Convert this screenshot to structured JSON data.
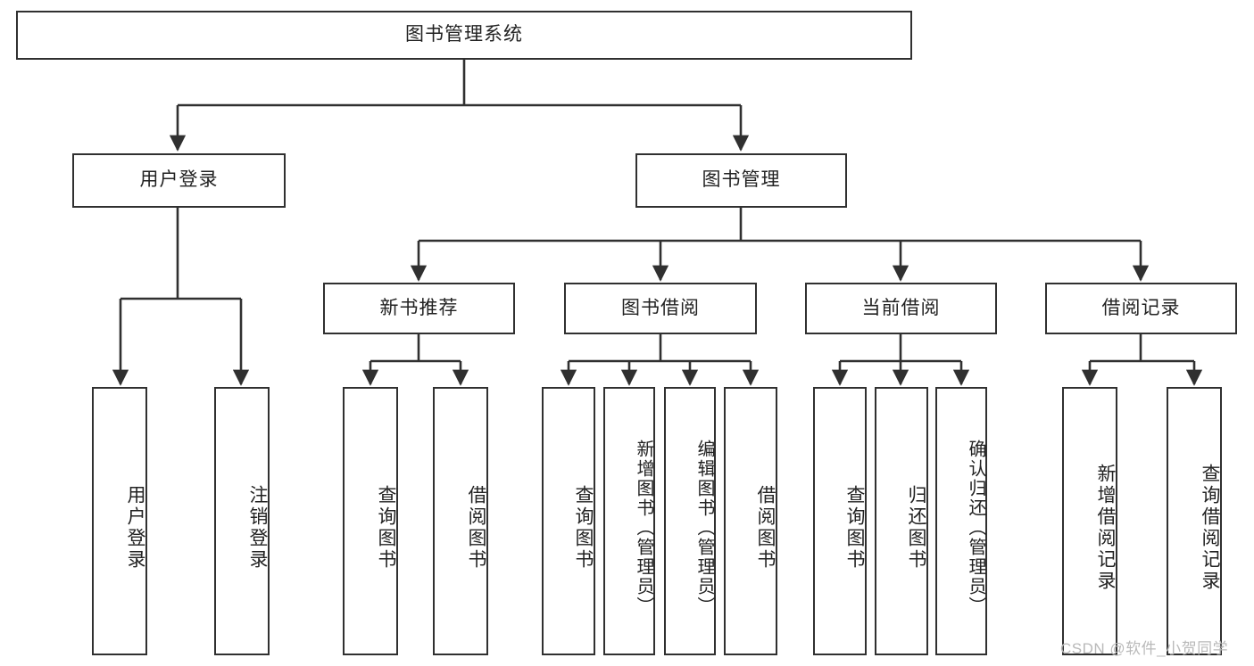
{
  "diagram": {
    "title": "图书管理系统",
    "type": "tree-hierarchy",
    "root": {
      "label": "图书管理系统"
    },
    "level1": [
      {
        "label": "用户登录"
      },
      {
        "label": "图书管理"
      }
    ],
    "level2": [
      {
        "label": "新书推荐"
      },
      {
        "label": "图书借阅"
      },
      {
        "label": "当前借阅"
      },
      {
        "label": "借阅记录"
      }
    ],
    "leaves": {
      "user_login": [
        {
          "label": "用户登录"
        },
        {
          "label": "注销登录"
        }
      ],
      "new_book_recommend": [
        {
          "label": "查询图书"
        },
        {
          "label": "借阅图书"
        }
      ],
      "book_borrow": [
        {
          "label": "查询图书"
        },
        {
          "label": "新增图书（管理员）"
        },
        {
          "label": "编辑图书（管理员）"
        },
        {
          "label": "借阅图书"
        }
      ],
      "current_borrow": [
        {
          "label": "查询图书"
        },
        {
          "label": "归还图书"
        },
        {
          "label": "确认归还（管理员）"
        }
      ],
      "borrow_record": [
        {
          "label": "新增借阅记录"
        },
        {
          "label": "查询借阅记录"
        }
      ]
    }
  },
  "watermark": {
    "text": "CSDN @软件_小贺同学"
  },
  "colors": {
    "stroke": "#303030",
    "text": "#222222",
    "background": "#ffffff",
    "watermark": "#b9b9b9"
  }
}
